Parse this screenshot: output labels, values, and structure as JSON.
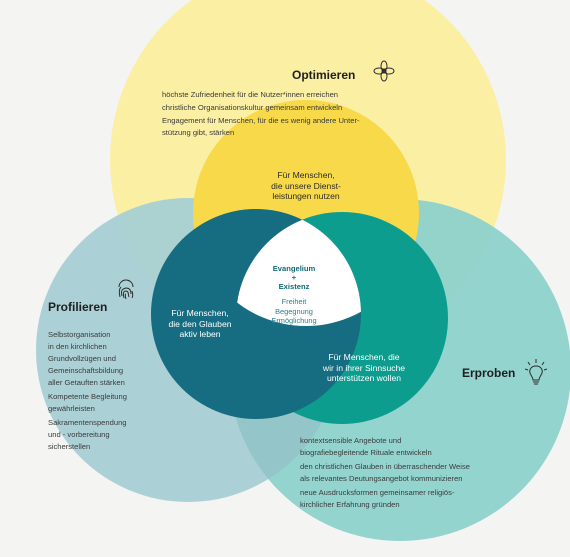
{
  "colors": {
    "background": "#f4f4f3",
    "optimieren_circle": "#fbee9c",
    "profilieren_circle": "#a7cfd4",
    "erproben_circle": "#8bd0cc",
    "center_yellow": "#f7d94a",
    "center_darkteal": "#166c80",
    "center_teal": "#0d9d8f",
    "core": "#ffffff"
  },
  "sections": {
    "optimieren": {
      "title": "Optimieren",
      "icon": "flower-icon",
      "lines": [
        "höchste Zufriedenheit für die Nutzer*innen erreichen",
        "christliche Organisationskultur gemeinsam entwickeln",
        "Engagement für Menschen, für die es wenig andere Unter-",
        "stützung gibt, stärken"
      ]
    },
    "profilieren": {
      "title": "Profilieren",
      "icon": "fingerprint-icon",
      "lines": [
        "Selbstorganisation",
        "in den kirchlichen",
        "Grundvollzügen und",
        "Gemeinschaftsbildung",
        "aller Getauften stärken",
        "Kompetente Begleitung",
        "gewährleisten",
        "Sakramentenspendung",
        "und - vorbereitung",
        "sicherstellen"
      ]
    },
    "erproben": {
      "title": "Erproben",
      "icon": "lightbulb-icon",
      "lines": [
        "kontextsensible Angebote und",
        "biografiebegleitende Rituale entwickeln",
        "den christlichen Glauben in überraschender Weise",
        "als relevantes Deutungsangebot kommunizieren",
        "neue Ausdrucksformen gemeinsamer religiös-",
        "kirchlicher Erfahrung gründen"
      ]
    }
  },
  "inner": {
    "top": [
      "Für Menschen,",
      "die unsere Dienst-",
      "leistungen nutzen"
    ],
    "left": [
      "Für Menschen,",
      "die den Glauben",
      "aktiv leben"
    ],
    "right": [
      "Für Menschen, die",
      "wir in ihrer Sinnsuche",
      "unterstützen wollen"
    ]
  },
  "core": {
    "title_lines": [
      "Evangelium",
      "+",
      "Existenz"
    ],
    "sub_lines": [
      "Freiheit",
      "Begegnung",
      "Ermöglichung"
    ]
  }
}
